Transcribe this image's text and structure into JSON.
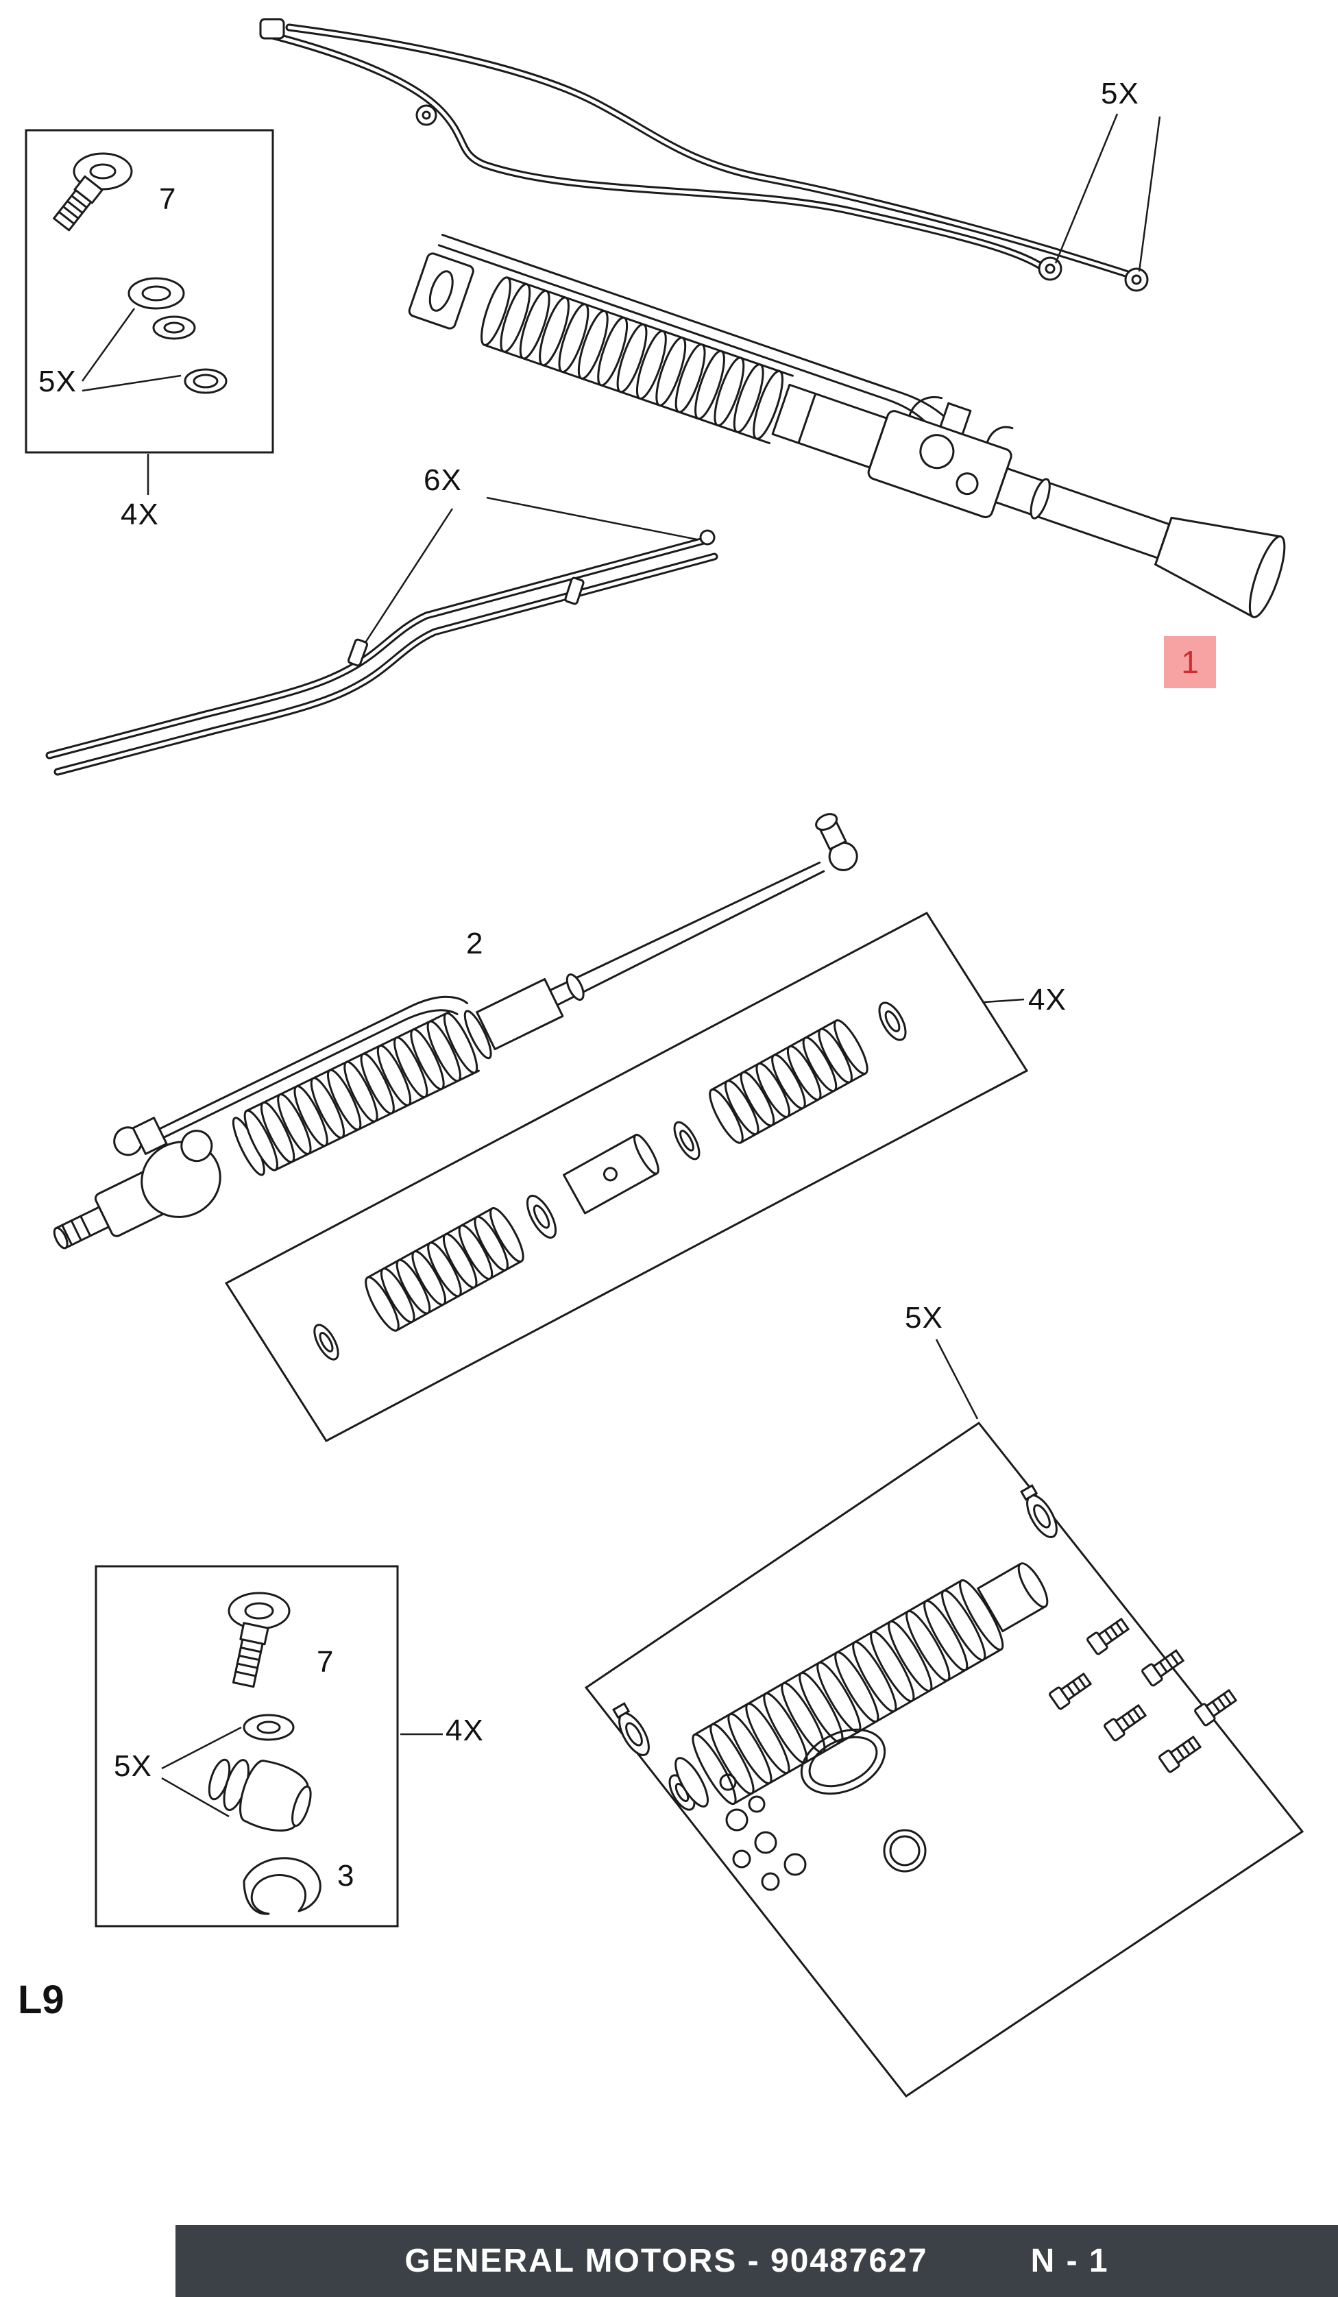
{
  "page": {
    "sheet_code": "L9"
  },
  "callouts": {
    "hose_grommets_qty": "5X",
    "pipe_clips_qty": "6X",
    "steering_gear_item": "1",
    "steering_gear_alt_item": "2",
    "boot_box_qty": "4X",
    "repair_kit_qty": "5X",
    "inset_top": {
      "bolt_item": "7",
      "seals_qty": "5X",
      "assembly_qty": "4X"
    },
    "inset_bottom": {
      "bolt_item": "7",
      "seals_qty": "5X",
      "tie_rod_end_item": "3",
      "assembly_qty": "4X"
    }
  },
  "footer": {
    "brand_and_part": "GENERAL MOTORS - 90487627",
    "sheet_ref": "N - 1"
  },
  "colors": {
    "ink": "#1b1b1b",
    "paper": "#ffffff",
    "highlight_bg": "#f7a3a3",
    "highlight_text": "#cf2f2f",
    "footer_bg": "#3c4147",
    "footer_text": "#ffffff"
  }
}
